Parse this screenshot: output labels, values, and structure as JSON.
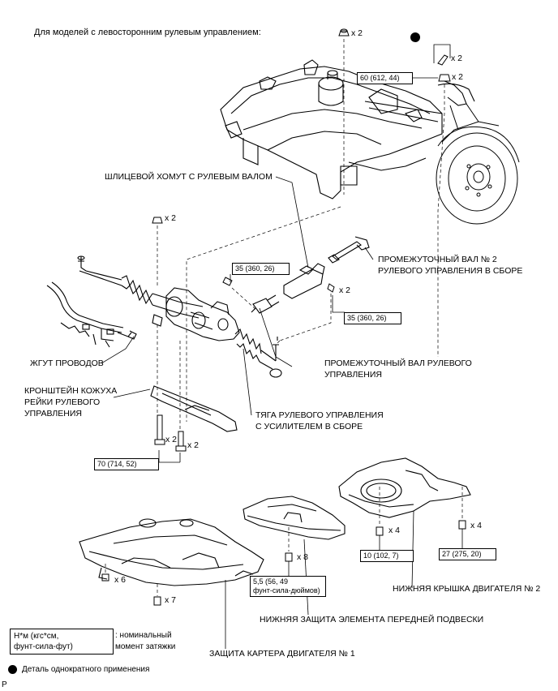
{
  "header": {
    "applicability": "Для моделей с левосторонним рулевым управлением:"
  },
  "labels": {
    "spline_clamp": "ШЛИЦЕВОЙ ХОМУТ С РУЛЕВЫМ ВАЛОМ",
    "intermediate_shaft2_l1": "ПРОМЕЖУТОЧНЫЙ ВАЛ № 2",
    "intermediate_shaft2_l2": "РУЛЕВОГО УПРАВЛЕНИЯ В СБОРЕ",
    "wire_harness": "ЖГУТ ПРОВОДОВ",
    "intermediate_shaft_l1": "ПРОМЕЖУТОЧНЫЙ ВАЛ РУЛЕВОГО",
    "intermediate_shaft_l2": "УПРАВЛЕНИЯ",
    "rack_bracket_l1": "КРОНШТЕЙН КОЖУХА",
    "rack_bracket_l2": "РЕЙКИ РУЛЕВОГО",
    "rack_bracket_l3": "УПРАВЛЕНИЯ",
    "power_link_l1": "ТЯГА РУЛЕВОГО УПРАВЛЕНИЯ",
    "power_link_l2": "С УСИЛИТЕЛЕМ В СБОРЕ",
    "engine_under_cover2": "НИЖНЯЯ КРЫШКА ДВИГАТЕЛЯ № 2",
    "front_susp_under_cover": "НИЖНЯЯ ЗАЩИТА ЭЛЕМЕНТА ПЕРЕДНЕЙ ПОДВЕСКИ",
    "engine_under_cover1": "ЗАЩИТА КАРТЕРА ДВИГАТЕЛЯ № 1"
  },
  "torques": {
    "t60": "60 (612, 44)",
    "t35a": "35 (360, 26)",
    "t35b": "35 (360, 26)",
    "t70": "70 (714, 52)",
    "t10": "10 (102, 7)",
    "t27": "27 (275, 20)",
    "t55_l1": "5,5 (56, 49",
    "t55_l2": "фунт-сила-дюймов)"
  },
  "quantities": {
    "q_top_nut": "x 2",
    "q_cotter": "x 2",
    "q_knuckle_nut": "x 2",
    "q_rack_nut": "x 2",
    "q_shaft_bolt": "x 2",
    "q_bracket_bolt_a": "x 2",
    "q_bracket_bolt_b": "x 2",
    "q_cover1_side": "x 6",
    "q_cover1_bottom": "x 7",
    "q_susp_cover": "x 8",
    "q_cover2_a": "x 4",
    "q_cover2_b": "x 4"
  },
  "legend": {
    "torque_unit_l1": "Н*м (кгс*см,",
    "torque_unit_l2": "фунт-сила-фут)",
    "torque_desc_l1": ": номинальный",
    "torque_desc_l2": "момент затяжки",
    "single_use": "Деталь однократного применения"
  },
  "footer": {
    "page_marker": "P"
  }
}
